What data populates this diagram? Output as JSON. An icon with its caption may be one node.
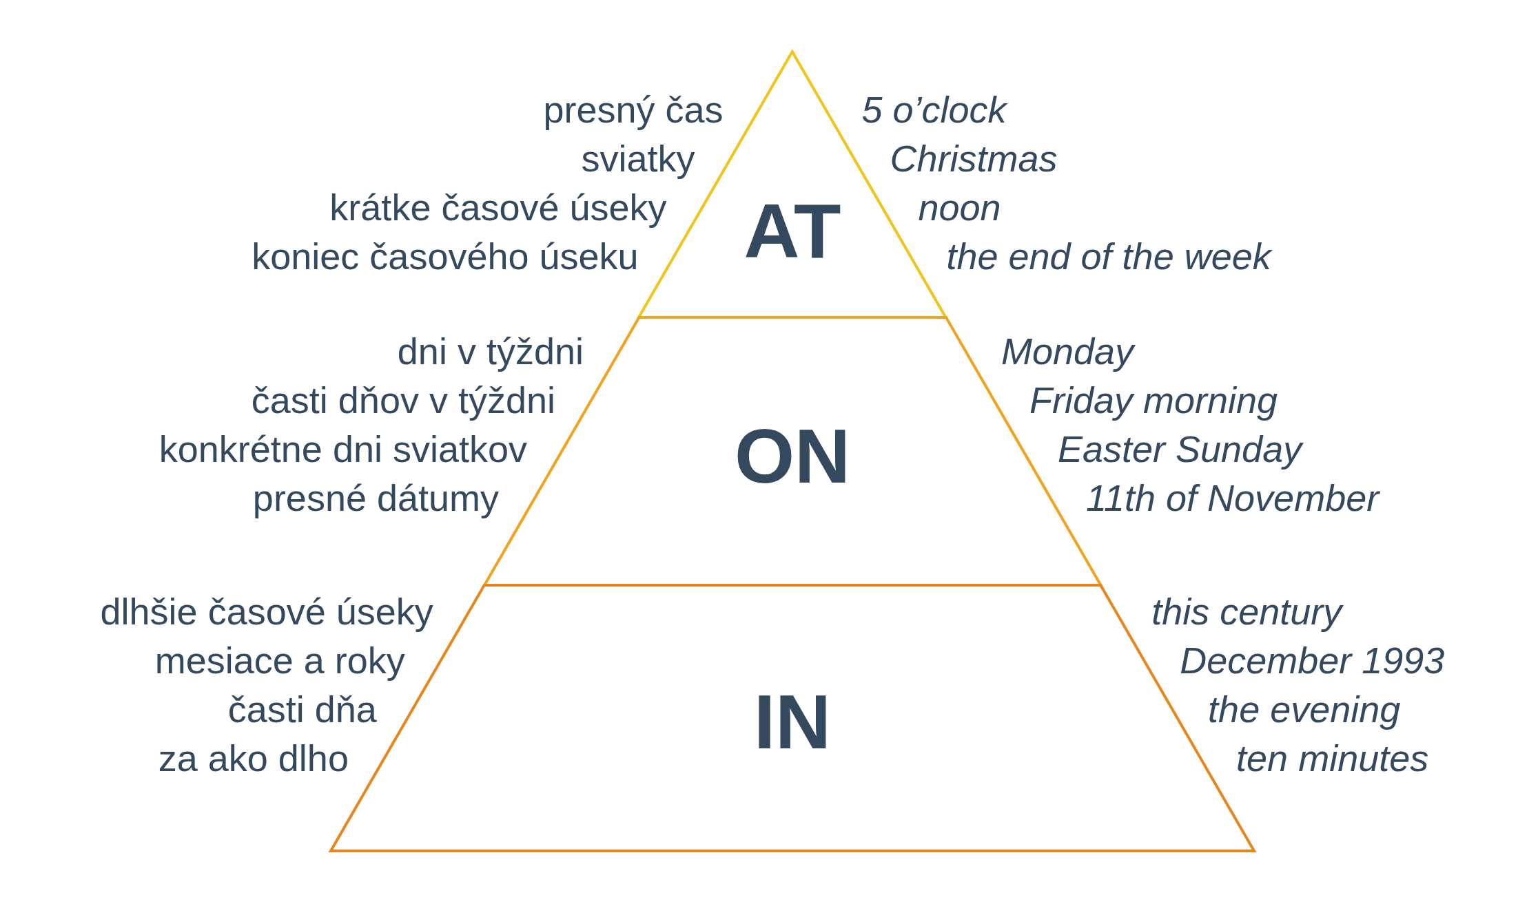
{
  "diagram": {
    "nodes": [
      {
        "text": [
          "AT"
        ],
        "beside": [
          "presný čas",
          "sviatky",
          "krátke časové úseky",
          "koniec časového úseku",
          "5 o’clock",
          "Christmas",
          "noon",
          "the end of the week"
        ]
      },
      {
        "text": [
          "ON"
        ],
        "beside": [
          "dni v týždni",
          "časti dňov v týždni",
          "konkrétne dni sviatkov",
          "presné dátumy",
          "Monday",
          "Friday morning",
          "Easter Sunday",
          "11th of November"
        ]
      },
      {
        "text": [
          "IN"
        ],
        "beside": [
          "dlhšie časové úseky",
          "mesiace a roky",
          "časti dňa",
          "za ako dlho",
          "this century",
          "December 1993",
          "the evening",
          "ten minutes"
        ]
      }
    ]
  }
}
